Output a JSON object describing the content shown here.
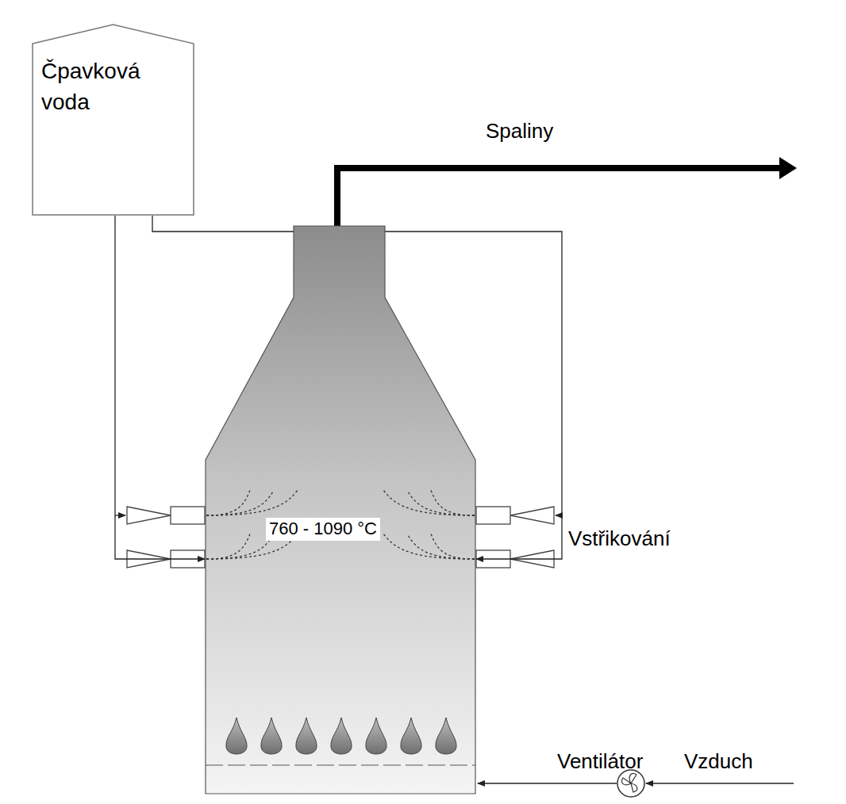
{
  "diagram": {
    "nodes": [
      {
        "text": [
          "Čpavková voda"
        ]
      },
      {
        "text": [
          "760 - 1090 °C"
        ]
      }
    ],
    "edges": [
      {
        "from": 0,
        "to": 1,
        "arrow": "to"
      },
      {
        "from": 0,
        "to": 1,
        "arrow": "to"
      }
    ],
    "labels": [
      "Spaliny",
      "Vstřikování",
      "Ventilátor",
      "Vzduch"
    ]
  }
}
